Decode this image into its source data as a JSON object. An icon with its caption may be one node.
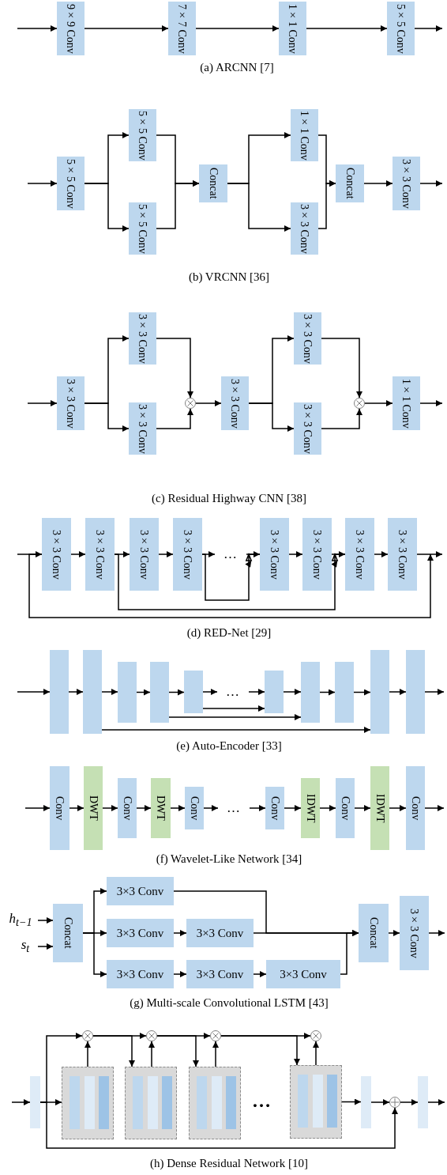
{
  "diagram": {
    "nodes": [
      {
        "text": [
          "9×9 Conv"
        ]
      },
      {
        "text": [
          "7×7 Conv"
        ]
      },
      {
        "text": [
          "1×1 Conv"
        ]
      },
      {
        "text": [
          "5×5 Conv"
        ]
      },
      {
        "text": [
          "5×5 Conv"
        ]
      },
      {
        "text": [
          "5×5 Conv"
        ]
      },
      {
        "text": [
          "5×5 Conv"
        ]
      },
      {
        "text": [
          "Concat"
        ]
      },
      {
        "text": [
          "1×1 Conv"
        ]
      },
      {
        "text": [
          "3×3 Conv"
        ]
      },
      {
        "text": [
          "Concat"
        ]
      },
      {
        "text": [
          "3×3 Conv"
        ]
      },
      {
        "text": [
          "3×3 Conv"
        ]
      },
      {
        "text": [
          "3×3 Conv"
        ]
      },
      {
        "text": [
          "3×3 Conv"
        ]
      },
      {
        "text": [],
        "shape": "circle"
      },
      {
        "text": [
          "3×3 Conv"
        ]
      },
      {
        "text": [
          "3×3 Conv"
        ]
      },
      {
        "text": [
          "3×3 Conv"
        ]
      },
      {
        "text": [],
        "shape": "circle"
      },
      {
        "text": [
          "1×1 Conv"
        ]
      },
      {
        "text": [
          "3×3 Conv"
        ]
      },
      {
        "text": [
          "3×3 Conv"
        ]
      },
      {
        "text": [
          "3×3 Conv"
        ]
      },
      {
        "text": [
          "3×3 Conv"
        ]
      },
      {
        "text": [
          "…"
        ]
      },
      {
        "text": [
          "3×3 Conv"
        ]
      },
      {
        "text": [
          "3×3 Conv"
        ]
      },
      {
        "text": [
          "3×3 Conv"
        ]
      },
      {
        "text": [
          "3×3 Conv"
        ]
      },
      {
        "text": [],
        "shape": "box"
      },
      {
        "text": [],
        "shape": "box"
      },
      {
        "text": [],
        "shape": "box"
      },
      {
        "text": [],
        "shape": "box"
      },
      {
        "text": [],
        "shape": "box"
      },
      {
        "text": [
          "…"
        ]
      },
      {
        "text": [],
        "shape": "box"
      },
      {
        "text": [],
        "shape": "box"
      },
      {
        "text": [],
        "shape": "box"
      },
      {
        "text": [],
        "shape": "box"
      },
      {
        "text": [],
        "shape": "box"
      },
      {
        "text": [
          "Conv"
        ]
      },
      {
        "text": [
          "DWT"
        ]
      },
      {
        "text": [
          "Conv"
        ]
      },
      {
        "text": [
          "DWT"
        ]
      },
      {
        "text": [
          "Conv"
        ]
      },
      {
        "text": [
          "…"
        ]
      },
      {
        "text": [
          "Conv"
        ]
      },
      {
        "text": [
          "IDWT"
        ]
      },
      {
        "text": [
          "Conv"
        ]
      },
      {
        "text": [
          "IDWT"
        ]
      },
      {
        "text": [
          "Conv"
        ]
      },
      {
        "text": [
          "h$_{t−1}$"
        ]
      },
      {
        "text": [
          "s$_{t}$"
        ]
      },
      {
        "text": [
          "Concat"
        ]
      },
      {
        "text": [
          "3×3 Conv"
        ]
      },
      {
        "text": [
          "3×3 Conv"
        ]
      },
      {
        "text": [
          "3×3 Conv"
        ]
      },
      {
        "text": [
          "3×3 Conv"
        ]
      },
      {
        "text": [
          "3×3 Conv"
        ]
      },
      {
        "text": [
          "3×3 Conv"
        ]
      },
      {
        "text": [
          "Concat"
        ]
      },
      {
        "text": [
          "3×3 Conv"
        ]
      },
      {
        "text": [],
        "shape": "bar"
      },
      {
        "text": [],
        "shape": "box"
      },
      {
        "text": [],
        "shape": "bar",
        "in": 64
      },
      {
        "text": [],
        "shape": "bar",
        "in": 64
      },
      {
        "text": [],
        "shape": "bar",
        "in": 64
      },
      {
        "text": [],
        "shape": "box"
      },
      {
        "text": [],
        "shape": "bar",
        "in": 68
      },
      {
        "text": [],
        "shape": "bar",
        "in": 68
      },
      {
        "text": [],
        "shape": "bar",
        "in": 68
      },
      {
        "text": [],
        "shape": "box"
      },
      {
        "text": [],
        "shape": "bar",
        "in": 72
      },
      {
        "text": [],
        "shape": "bar",
        "in": 72
      },
      {
        "text": [],
        "shape": "bar",
        "in": 72
      },
      {
        "text": [],
        "shape": "box"
      },
      {
        "text": [],
        "shape": "bar",
        "in": 76
      },
      {
        "text": [],
        "shape": "bar",
        "in": 76
      },
      {
        "text": [],
        "shape": "bar",
        "in": 76
      },
      {
        "text": [],
        "shape": "circle"
      },
      {
        "text": [],
        "shape": "circle"
      },
      {
        "text": [],
        "shape": "circle"
      },
      {
        "text": [],
        "shape": "circle"
      },
      {
        "text": [],
        "shape": "bar"
      },
      {
        "text": [],
        "shape": "circle"
      },
      {
        "text": [],
        "shape": "bar"
      }
    ],
    "edges": [
      {
        "from": null,
        "to": 0,
        "arrow": "to"
      },
      {
        "from": 0,
        "to": 1,
        "arrow": "to"
      },
      {
        "from": 1,
        "to": 2,
        "arrow": "to"
      },
      {
        "from": 2,
        "to": 3,
        "arrow": "to"
      },
      {
        "from": 3,
        "to": null,
        "arrow": "to"
      },
      {
        "from": null,
        "to": 4,
        "arrow": "to"
      },
      {
        "from": 4,
        "to": 5,
        "arrow": "to"
      },
      {
        "from": 4,
        "to": 6,
        "arrow": "to"
      },
      {
        "from": 5,
        "to": 7,
        "arrow": "to"
      },
      {
        "from": 6,
        "to": 7,
        "arrow": "to"
      },
      {
        "from": 7,
        "to": 8,
        "arrow": "to"
      },
      {
        "from": 7,
        "to": 9,
        "arrow": "to"
      },
      {
        "from": 8,
        "to": 10,
        "arrow": "to"
      },
      {
        "from": 9,
        "to": 10,
        "arrow": "to"
      },
      {
        "from": 10,
        "to": 11,
        "arrow": "to"
      },
      {
        "from": 11,
        "to": null,
        "arrow": "to"
      },
      {
        "from": null,
        "to": 12,
        "arrow": "to"
      },
      {
        "from": 12,
        "to": 13,
        "arrow": "to"
      },
      {
        "from": 12,
        "to": 14,
        "arrow": "to"
      },
      {
        "from": 13,
        "to": 15,
        "arrow": "to"
      },
      {
        "from": 14,
        "to": 15,
        "arrow": "to"
      },
      {
        "from": 15,
        "to": 16,
        "arrow": "to"
      },
      {
        "from": 16,
        "to": 17,
        "arrow": "to"
      },
      {
        "from": 16,
        "to": 18,
        "arrow": "to"
      },
      {
        "from": 17,
        "to": 19,
        "arrow": "to"
      },
      {
        "from": 18,
        "to": 19,
        "arrow": "to"
      },
      {
        "from": 19,
        "to": 20,
        "arrow": "to"
      },
      {
        "from": 20,
        "to": null,
        "arrow": "to"
      },
      {
        "from": null,
        "to": 21,
        "arrow": "to"
      },
      {
        "from": 21,
        "to": 22,
        "arrow": "to"
      },
      {
        "from": 22,
        "to": 23,
        "arrow": "to"
      },
      {
        "from": 23,
        "to": 24,
        "arrow": "to"
      },
      {
        "from": 24,
        "to": 25,
        "arrow": "to"
      },
      {
        "from": 25,
        "to": 26,
        "arrow": "to"
      },
      {
        "from": 26,
        "to": 27,
        "arrow": "to"
      },
      {
        "from": 27,
        "to": 28,
        "arrow": "to"
      },
      {
        "from": 28,
        "to": 29,
        "arrow": "to"
      },
      {
        "from": 29,
        "to": null,
        "arrow": "to"
      },
      {
        "from": 24,
        "to": 26,
        "arrow": "to"
      },
      {
        "from": 22,
        "to": 28,
        "arrow": "to"
      },
      {
        "from": 21,
        "to": 29,
        "arrow": "to"
      },
      {
        "from": null,
        "to": 30,
        "arrow": "to"
      },
      {
        "from": 30,
        "to": 31,
        "arrow": "to"
      },
      {
        "from": 31,
        "to": 32,
        "arrow": "to"
      },
      {
        "from": 32,
        "to": 33,
        "arrow": "to"
      },
      {
        "from": 33,
        "to": 34,
        "arrow": "to"
      },
      {
        "from": 34,
        "to": 35,
        "arrow": "to"
      },
      {
        "from": 35,
        "to": 36,
        "arrow": "to"
      },
      {
        "from": 36,
        "to": 37,
        "arrow": "to"
      },
      {
        "from": 37,
        "to": 38,
        "arrow": "to"
      },
      {
        "from": 38,
        "to": 39,
        "arrow": "to"
      },
      {
        "from": 39,
        "to": 40,
        "arrow": "to"
      },
      {
        "from": 40,
        "to": null,
        "arrow": "to"
      },
      {
        "from": 34,
        "to": 36,
        "arrow": "to"
      },
      {
        "from": 33,
        "to": 37,
        "arrow": "to"
      },
      {
        "from": 31,
        "to": 39,
        "arrow": "to"
      },
      {
        "from": null,
        "to": 41,
        "arrow": "to"
      },
      {
        "from": 41,
        "to": 42,
        "arrow": "to"
      },
      {
        "from": 42,
        "to": 43,
        "arrow": "to"
      },
      {
        "from": 43,
        "to": 44,
        "arrow": "to"
      },
      {
        "from": 44,
        "to": 45,
        "arrow": "to"
      },
      {
        "from": 45,
        "to": 46,
        "arrow": "to"
      },
      {
        "from": 46,
        "to": 47,
        "arrow": "to"
      },
      {
        "from": 47,
        "to": 48,
        "arrow": "to"
      },
      {
        "from": 48,
        "to": 49,
        "arrow": "to"
      },
      {
        "from": 49,
        "to": 50,
        "arrow": "to"
      },
      {
        "from": 50,
        "to": 51,
        "arrow": "to"
      },
      {
        "from": 51,
        "to": null,
        "arrow": "to"
      },
      {
        "from": 52,
        "to": 54,
        "arrow": "to"
      },
      {
        "from": 53,
        "to": 54,
        "arrow": "to"
      },
      {
        "from": 54,
        "to": 55,
        "arrow": "to"
      },
      {
        "from": 54,
        "to": 56,
        "arrow": "to"
      },
      {
        "from": 54,
        "to": 58,
        "arrow": "to"
      },
      {
        "from": 55,
        "to": 61,
        "arrow": "to"
      },
      {
        "from": 56,
        "to": 57,
        "arrow": "to"
      },
      {
        "from": 57,
        "to": 61,
        "arrow": "to"
      },
      {
        "from": 58,
        "to": 59,
        "arrow": "to"
      },
      {
        "from": 59,
        "to": 60,
        "arrow": "to"
      },
      {
        "from": 60,
        "to": 61,
        "arrow": "to"
      },
      {
        "from": 61,
        "to": 62,
        "arrow": "to"
      },
      {
        "from": 62,
        "to": null,
        "arrow": "to"
      },
      {
        "from": null,
        "to": 63,
        "arrow": "to"
      },
      {
        "from": 63,
        "to": 64,
        "arrow": "to"
      },
      {
        "from": 63,
        "to": 80,
        "arrow": "to"
      },
      {
        "from": 63,
        "to": 85,
        "arrow": "to"
      },
      {
        "from": 64,
        "to": 80,
        "arrow": "to"
      },
      {
        "from": 80,
        "to": 81,
        "arrow": "to"
      },
      {
        "from": 80,
        "to": 68,
        "arrow": "to"
      },
      {
        "from": 68,
        "to": 81,
        "arrow": "to"
      },
      {
        "from": 81,
        "to": 82,
        "arrow": "to"
      },
      {
        "from": 81,
        "to": 72,
        "arrow": "to"
      },
      {
        "from": 72,
        "to": 82,
        "arrow": "to"
      },
      {
        "from": 82,
        "to": 83,
        "arrow": "to"
      },
      {
        "from": 82,
        "to": 76,
        "arrow": "to"
      },
      {
        "from": 76,
        "to": 83,
        "arrow": "to"
      },
      {
        "from": 76,
        "to": 84,
        "arrow": "to"
      },
      {
        "from": 84,
        "to": 85,
        "arrow": "to"
      },
      {
        "from": 85,
        "to": 86,
        "arrow": "to"
      },
      {
        "from": 86,
        "to": null,
        "arrow": "to"
      }
    ],
    "labels": [
      "(a) ARCNN [7]",
      "(b) VRCNN [36]",
      "(c) Residual Highway CNN [38]",
      "(d) RED-Net [29]",
      "(e) Auto-Encoder [33]",
      "(f) Wavelet-Like Network [34]",
      "(g) Multi-scale Convolutional LSTM [43]",
      "…",
      "(h) Dense Residual Network [10]"
    ]
  }
}
